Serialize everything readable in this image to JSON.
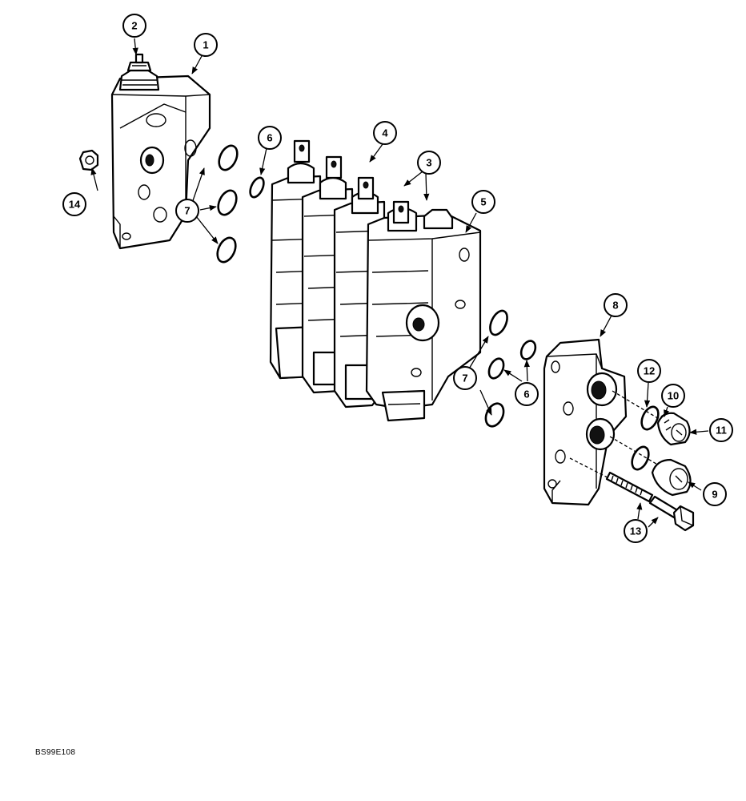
{
  "callouts": {
    "c1": "1",
    "c2": "2",
    "c3": "3",
    "c4": "4",
    "c5": "5",
    "c6a": "6",
    "c6b": "6",
    "c7a": "7",
    "c7b": "7",
    "c8": "8",
    "c9": "9",
    "c10": "10",
    "c11": "11",
    "c12": "12",
    "c13": "13",
    "c14": "14"
  },
  "drawing_code": "BS99E108",
  "colors": {
    "ink": "#000000",
    "paper": "#ffffff"
  }
}
